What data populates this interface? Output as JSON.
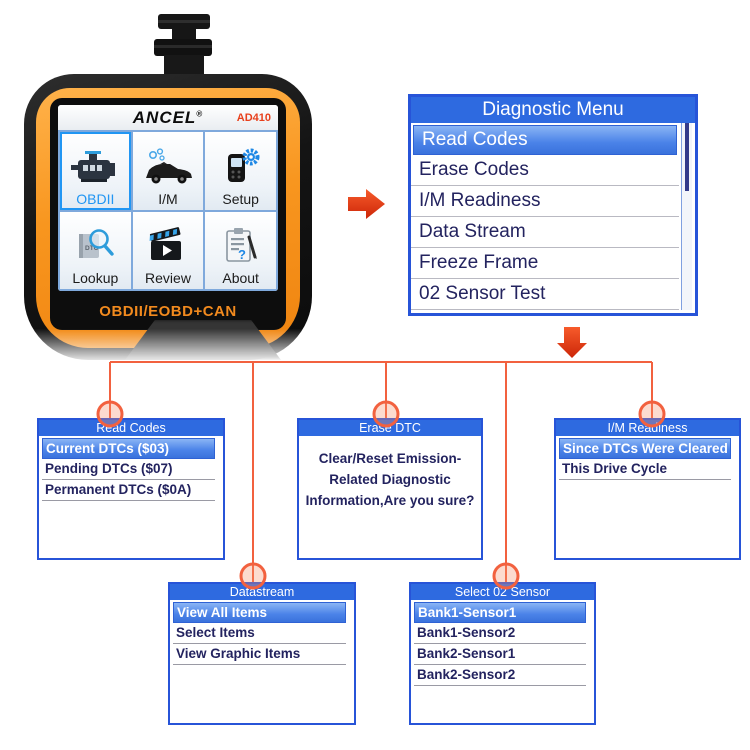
{
  "device": {
    "brand": "ANCEL",
    "reg_mark": "®",
    "model": "AD410",
    "screen_label": "OBDII/EOBD+CAN",
    "tiles": [
      {
        "label": "OBDII",
        "icon": "engine-icon",
        "selected": true
      },
      {
        "label": "I/M",
        "icon": "car-hood-icon",
        "selected": false
      },
      {
        "label": "Setup",
        "icon": "scanner-gear-icon",
        "selected": false
      },
      {
        "label": "Lookup",
        "icon": "dtc-magnifier-icon",
        "selected": false
      },
      {
        "label": "Review",
        "icon": "clapperboard-icon",
        "selected": false
      },
      {
        "label": "About",
        "icon": "clipboard-icon",
        "selected": false
      }
    ]
  },
  "diagnostic_menu": {
    "title": "Diagnostic Menu",
    "items": [
      "Read Codes",
      "Erase Codes",
      "I/M Readiness",
      "Data Stream",
      "Freeze Frame",
      "02 Sensor Test"
    ],
    "selected_index": 0
  },
  "sub_screens": {
    "read_codes": {
      "title": "Read Codes",
      "items": [
        "Current DTCs ($03)",
        "Pending DTCs ($07)",
        "Permanent DTCs ($0A)"
      ],
      "selected_index": 0
    },
    "erase_dtc": {
      "title": "Erase DTC",
      "message_lines": [
        "Clear/Reset Emission-",
        "Related Diagnostic",
        "Information,Are you sure?"
      ]
    },
    "im_readiness": {
      "title": "I/M Readiness",
      "items": [
        "Since DTCs Were Cleared",
        "This Drive Cycle"
      ],
      "selected_index": 0
    },
    "datastream": {
      "title": "Datastream",
      "items": [
        "View All Items",
        "Select Items",
        "View Graphic Items"
      ],
      "selected_index": 0
    },
    "select_o2_sensor": {
      "title": "Select 02 Sensor",
      "items": [
        "Bank1-Sensor1",
        "Bank1-Sensor2",
        "Bank2-Sensor1",
        "Bank2-Sensor2"
      ],
      "selected_index": 0
    }
  },
  "colors": {
    "menu-blue": "#2e6ae0",
    "menu-border": "#2754d8",
    "navy-text": "#23235f",
    "connector": "#f2613f",
    "arrow-red-light": "#f75b2b",
    "arrow-red-dark": "#cc2608",
    "device-orange": "#f8961f",
    "brand-red": "#e8401c",
    "screen-label-orange": "#f28a1e",
    "obdii-blue": "#2196f3"
  }
}
